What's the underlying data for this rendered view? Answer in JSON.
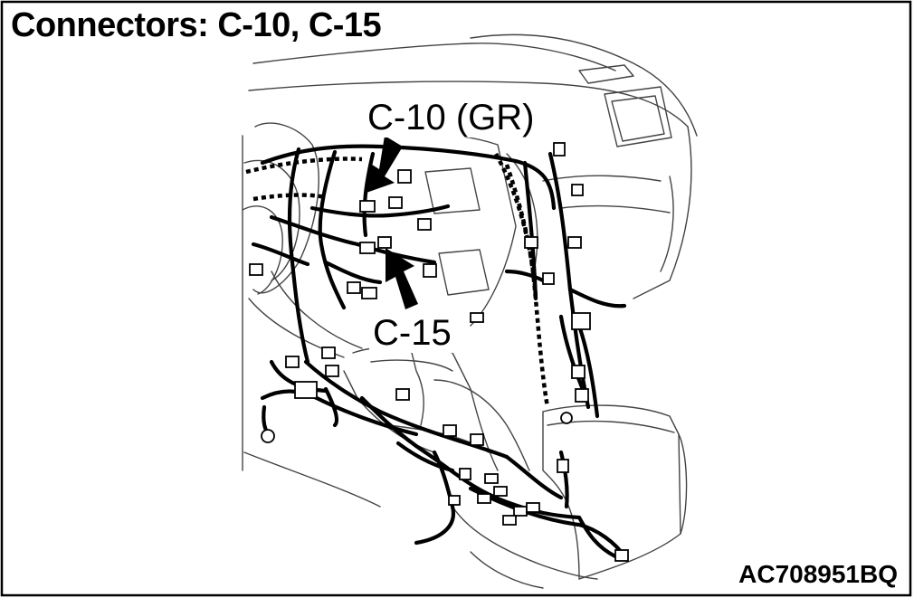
{
  "title": "Connectors: C-10, C-15",
  "callouts": {
    "c10": "C-10 (GR)",
    "c15": "C-15"
  },
  "reference_code": "AC708951BQ",
  "colors": {
    "ink": "#000000",
    "paper": "#ffffff",
    "panel_line": "#555555"
  },
  "icons": {
    "arrow": "arrow-down-right-icon"
  }
}
